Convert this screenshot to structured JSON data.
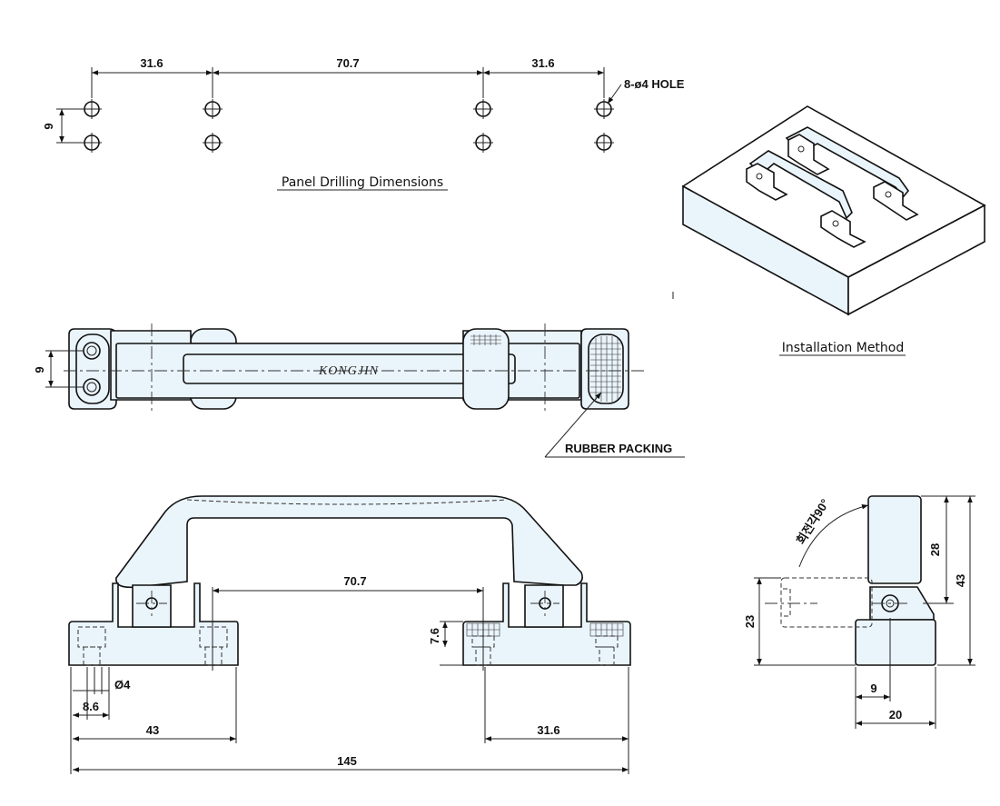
{
  "drilling": {
    "dim_left": "31.6",
    "dim_mid": "70.7",
    "dim_right": "31.6",
    "dim_vert": "9",
    "hole_note": "8-ø4 HOLE",
    "title": "Panel Drilling Dimensions"
  },
  "installation": {
    "title": "Installation Method"
  },
  "top_view": {
    "brand": "KONGJIN",
    "dim_vert": "9",
    "packing_note": "RUBBER PACKING"
  },
  "front_view": {
    "dim_center": "70.7",
    "dim_height": "7.6",
    "dim_hole_dia": "Ø4",
    "dim_hole_pitch": "8.6",
    "dim_base_left": "43",
    "dim_base_right": "31.6",
    "dim_overall": "145"
  },
  "side_view": {
    "rotation_note": "회전각90°",
    "dim_28": "28",
    "dim_43": "43",
    "dim_23": "23",
    "dim_9": "9",
    "dim_20": "20"
  }
}
